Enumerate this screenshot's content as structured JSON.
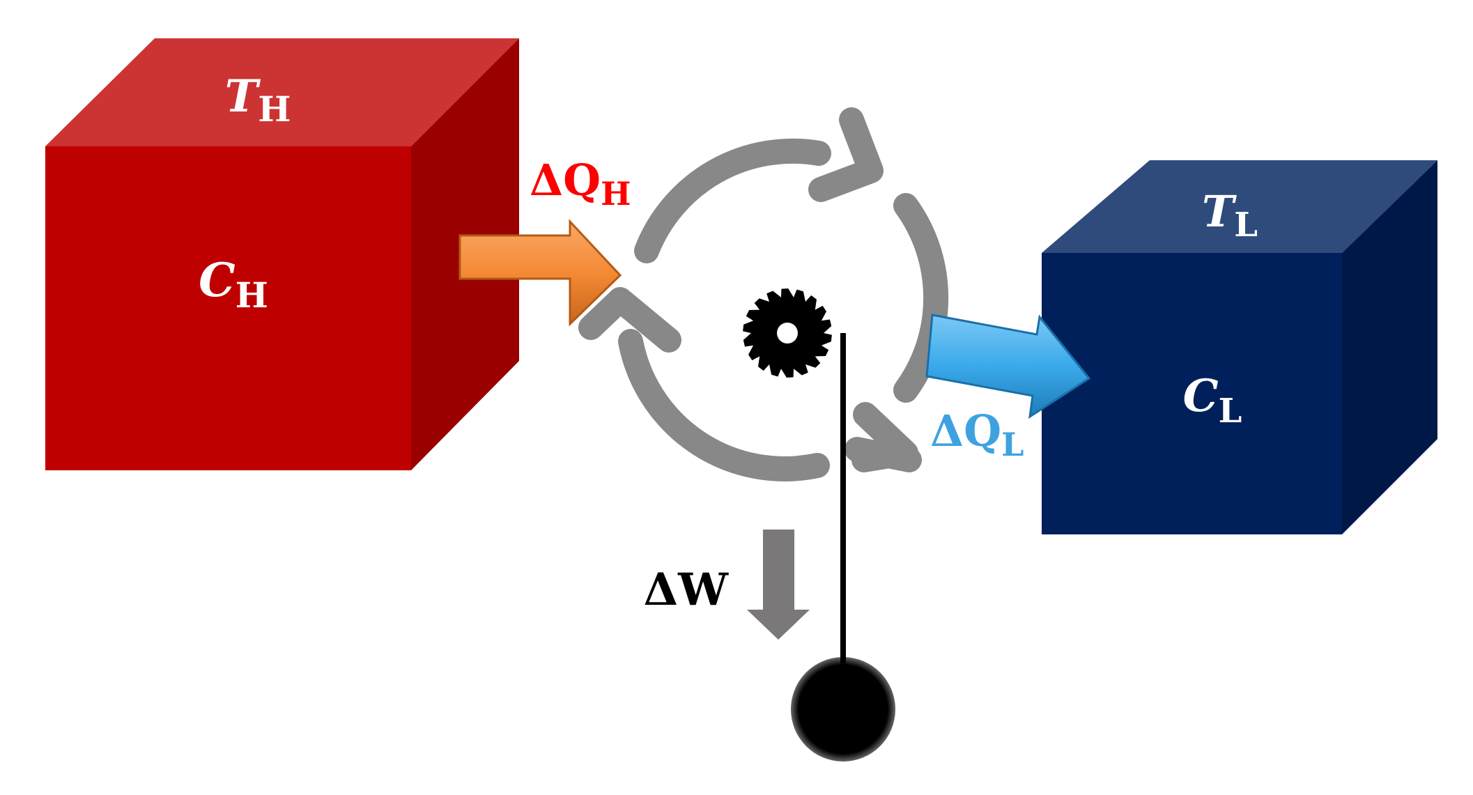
{
  "hot_reservoir": {
    "temperature": {
      "symbol": "T",
      "subscript": "H"
    },
    "heat_capacity": {
      "symbol": "C",
      "subscript": "H"
    },
    "colors": {
      "front": "#bf0000",
      "top": "#cc3333",
      "side": "#9a0000"
    }
  },
  "cold_reservoir": {
    "temperature": {
      "symbol": "T",
      "subscript": "L"
    },
    "heat_capacity": {
      "symbol": "C",
      "subscript": "L"
    },
    "colors": {
      "front": "#00205b",
      "top": "#2f4b7c",
      "side": "#001848"
    }
  },
  "heat_in": {
    "symbol": "ΔQ",
    "subscript": "H",
    "label_color": "#ff0000",
    "arrow_color": "#f58a35"
  },
  "heat_out": {
    "symbol": "ΔQ",
    "subscript": "L",
    "label_color": "#3ea2e0",
    "arrow_color": "#3aaaeb"
  },
  "work": {
    "symbol": "ΔW",
    "label_color": "#000000",
    "arrow_color": "#7a7878"
  },
  "cycle": {
    "color": "#888888",
    "direction": "clockwise"
  },
  "gear": {
    "color": "#000000"
  },
  "weight": {
    "color": "#000000"
  }
}
